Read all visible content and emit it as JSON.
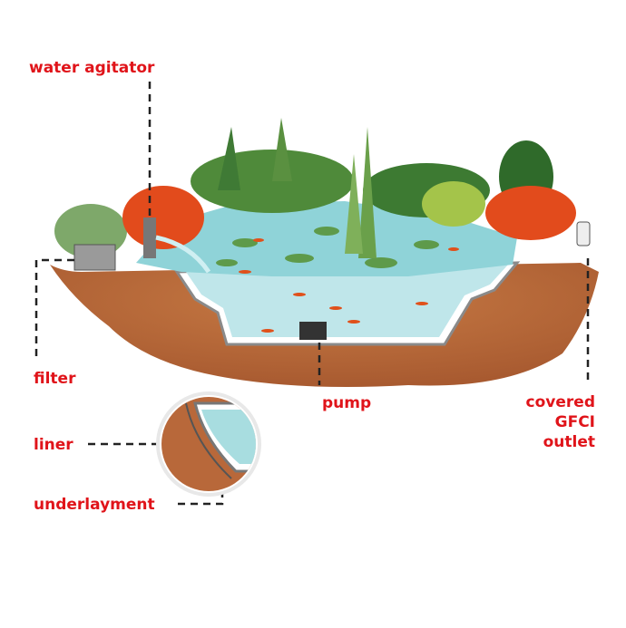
{
  "labels": {
    "water_agitator": "water agitator",
    "filter": "filter",
    "pump": "pump",
    "outlet": [
      "covered",
      "GFCI",
      "outlet"
    ],
    "liner": "liner",
    "underlayment": "underlayment"
  },
  "colors": {
    "label": "#e0141a",
    "leader_line": "#222222",
    "soil": "#b8683a",
    "water": "#a8dde0"
  }
}
